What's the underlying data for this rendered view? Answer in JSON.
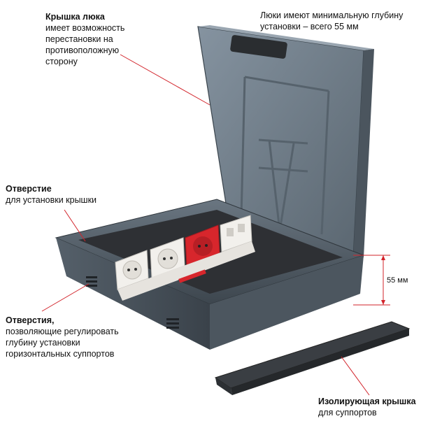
{
  "callouts": {
    "lid": {
      "title": "Крышка люка",
      "lines": [
        "имеет возможность",
        "перестановки на",
        "противоположную",
        "сторону"
      ]
    },
    "depth_note": {
      "lines": [
        "Люки имеют минимальную глубину",
        "установки – всего 55 мм"
      ]
    },
    "lid_hole": {
      "title": "Отверстие",
      "lines": [
        "для установки крышки"
      ]
    },
    "support_holes": {
      "title": "Отверстия,",
      "lines": [
        "позволяющие регулировать",
        "глубину установки",
        "горизонтальных суппортов"
      ]
    },
    "support_cover": {
      "title": "Изолирующая крышка",
      "lines": [
        "для суппортов"
      ]
    }
  },
  "dimension": {
    "label": "55 мм"
  },
  "colors": {
    "callout_line": "#d2232a",
    "frame": "#4a5560",
    "lid": "#6b7a86",
    "socket_white": "#f2f0ec",
    "socket_red": "#d7262c",
    "tray_floor": "#2e3034"
  }
}
